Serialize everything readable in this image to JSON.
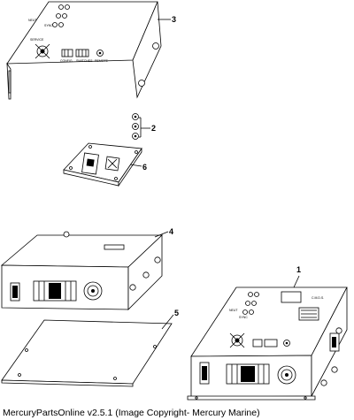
{
  "callouts": {
    "c1": "1",
    "c2": "2",
    "c3": "3",
    "c4": "4",
    "c5": "5",
    "c6": "6"
  },
  "caption": "MercuryPartsOnline v2.5.1 (Image Copyright- Mercury Marine)"
}
